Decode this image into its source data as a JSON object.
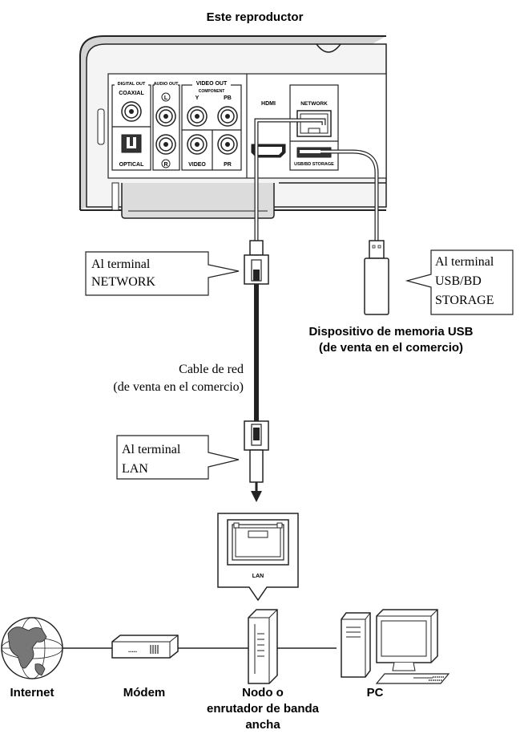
{
  "title": "Este reproductor",
  "panel": {
    "digital_out": "DIGITAL OUT",
    "coaxial": "COAXIAL",
    "optical": "OPTICAL",
    "audio_out": "AUDIO OUT",
    "audio_l": "L",
    "audio_r": "R",
    "video_out": "VIDEO OUT",
    "component": "COMPONENT",
    "comp_y": "Y",
    "comp_pb": "PB",
    "comp_pr": "PR",
    "video": "VIDEO",
    "hdmi": "HDMI",
    "network": "NETWORK",
    "usb_storage": "USB/BD STORAGE"
  },
  "callouts": {
    "network_line1": "Al terminal",
    "network_line2": "NETWORK",
    "usb_line1": "Al terminal",
    "usb_line2": "USB/BD",
    "usb_line3": "STORAGE",
    "lan_line1": "Al terminal",
    "lan_line2": "LAN"
  },
  "usb_device": {
    "line1": "Dispositivo de memoria USB",
    "line2": "(de venta en el comercio)"
  },
  "cable": {
    "line1": "Cable de red",
    "line2": "(de venta en el comercio)"
  },
  "lan_port_label": "LAN",
  "devices": {
    "internet": "Internet",
    "modem": "Módem",
    "router_line1": "Nodo o",
    "router_line2": "enrutador de banda",
    "router_line3": "ancha",
    "pc": "PC"
  }
}
